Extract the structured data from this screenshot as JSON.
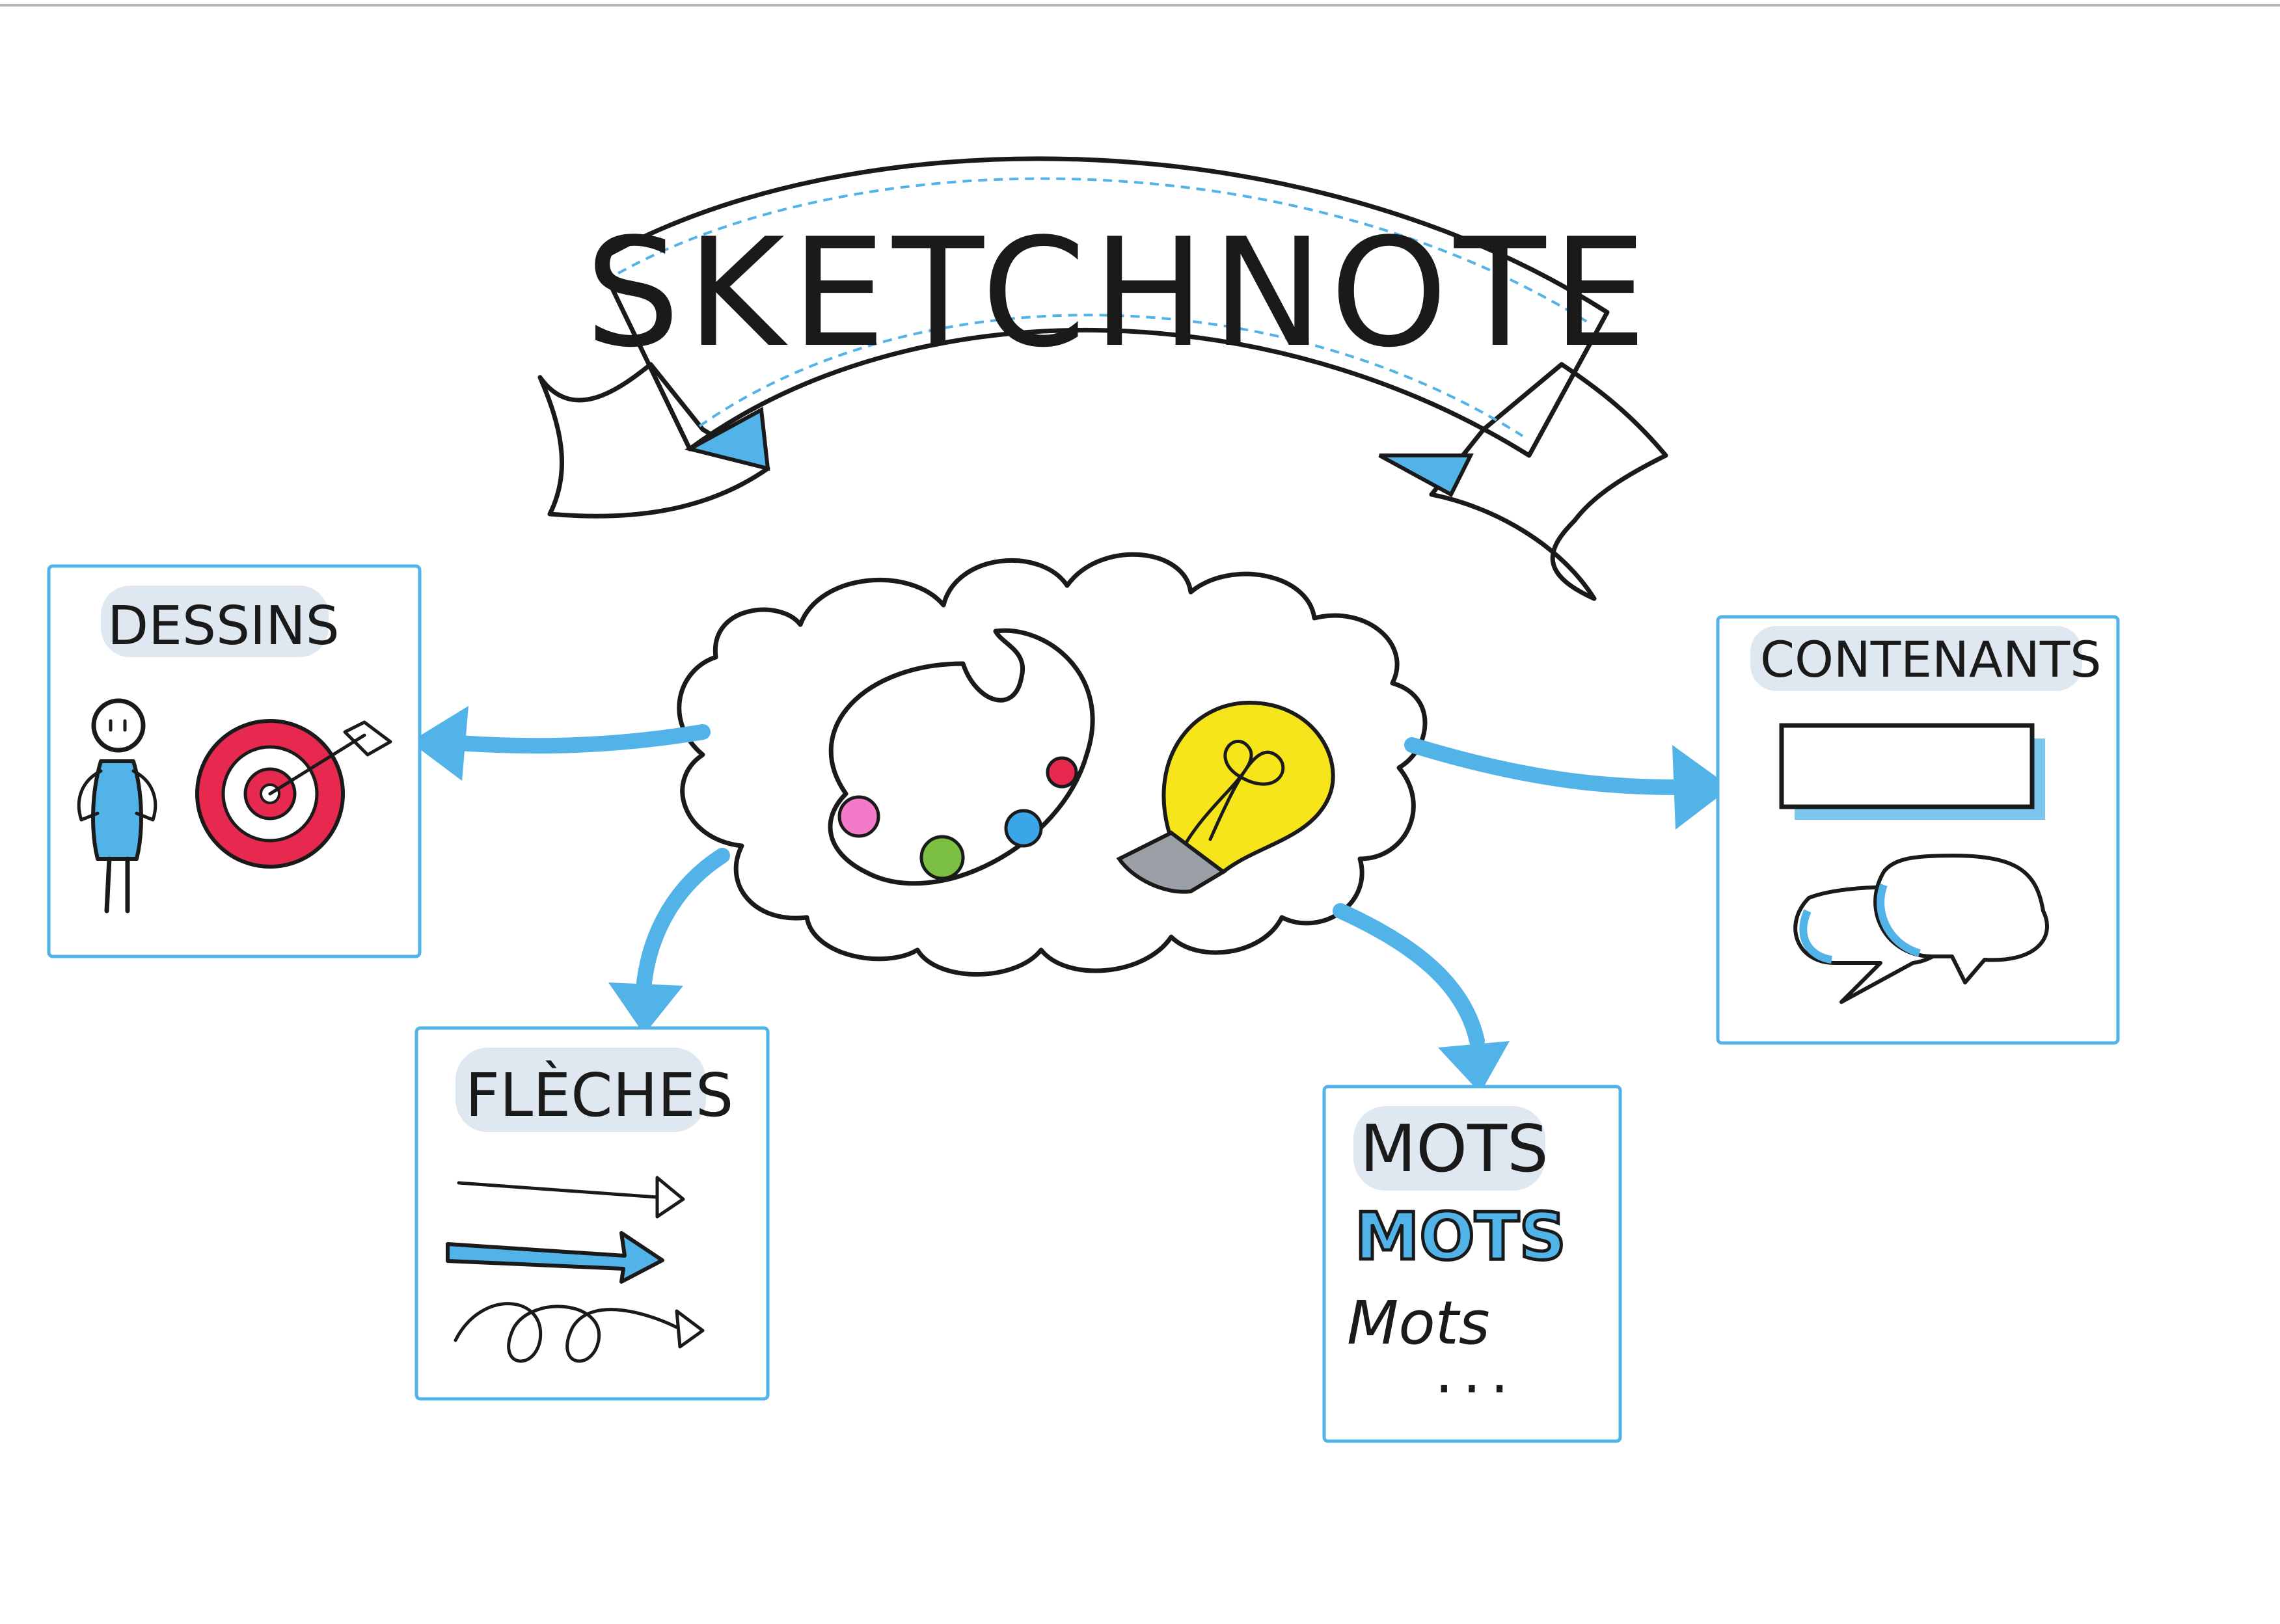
{
  "title": "SKETCHNOTE",
  "sections": {
    "dessins": {
      "label": "DESSINS"
    },
    "fleches": {
      "label": "FLÈCHES"
    },
    "mots": {
      "lines": [
        "MOTS",
        "MOTS",
        "Mots",
        "..."
      ]
    },
    "contenants": {
      "label": "CONTENANTS"
    }
  },
  "colors": {
    "accent_blue": "#52b3e8",
    "ink": "#1a1a1a",
    "target_red": "#e8294f",
    "bulb_yellow": "#f6e51a",
    "paint_pink": "#f27ac8",
    "paint_green": "#7bc043",
    "paint_blue": "#3aa6e8",
    "paint_red": "#e8294f",
    "bulb_base_grey": "#9aa0a6"
  },
  "icons": [
    "ribbon-banner",
    "cloud",
    "palette-icon",
    "lightbulb-icon",
    "stick-figure-icon",
    "target-icon",
    "arrow-icon",
    "speech-bubble-icon",
    "rectangle-container-icon"
  ]
}
